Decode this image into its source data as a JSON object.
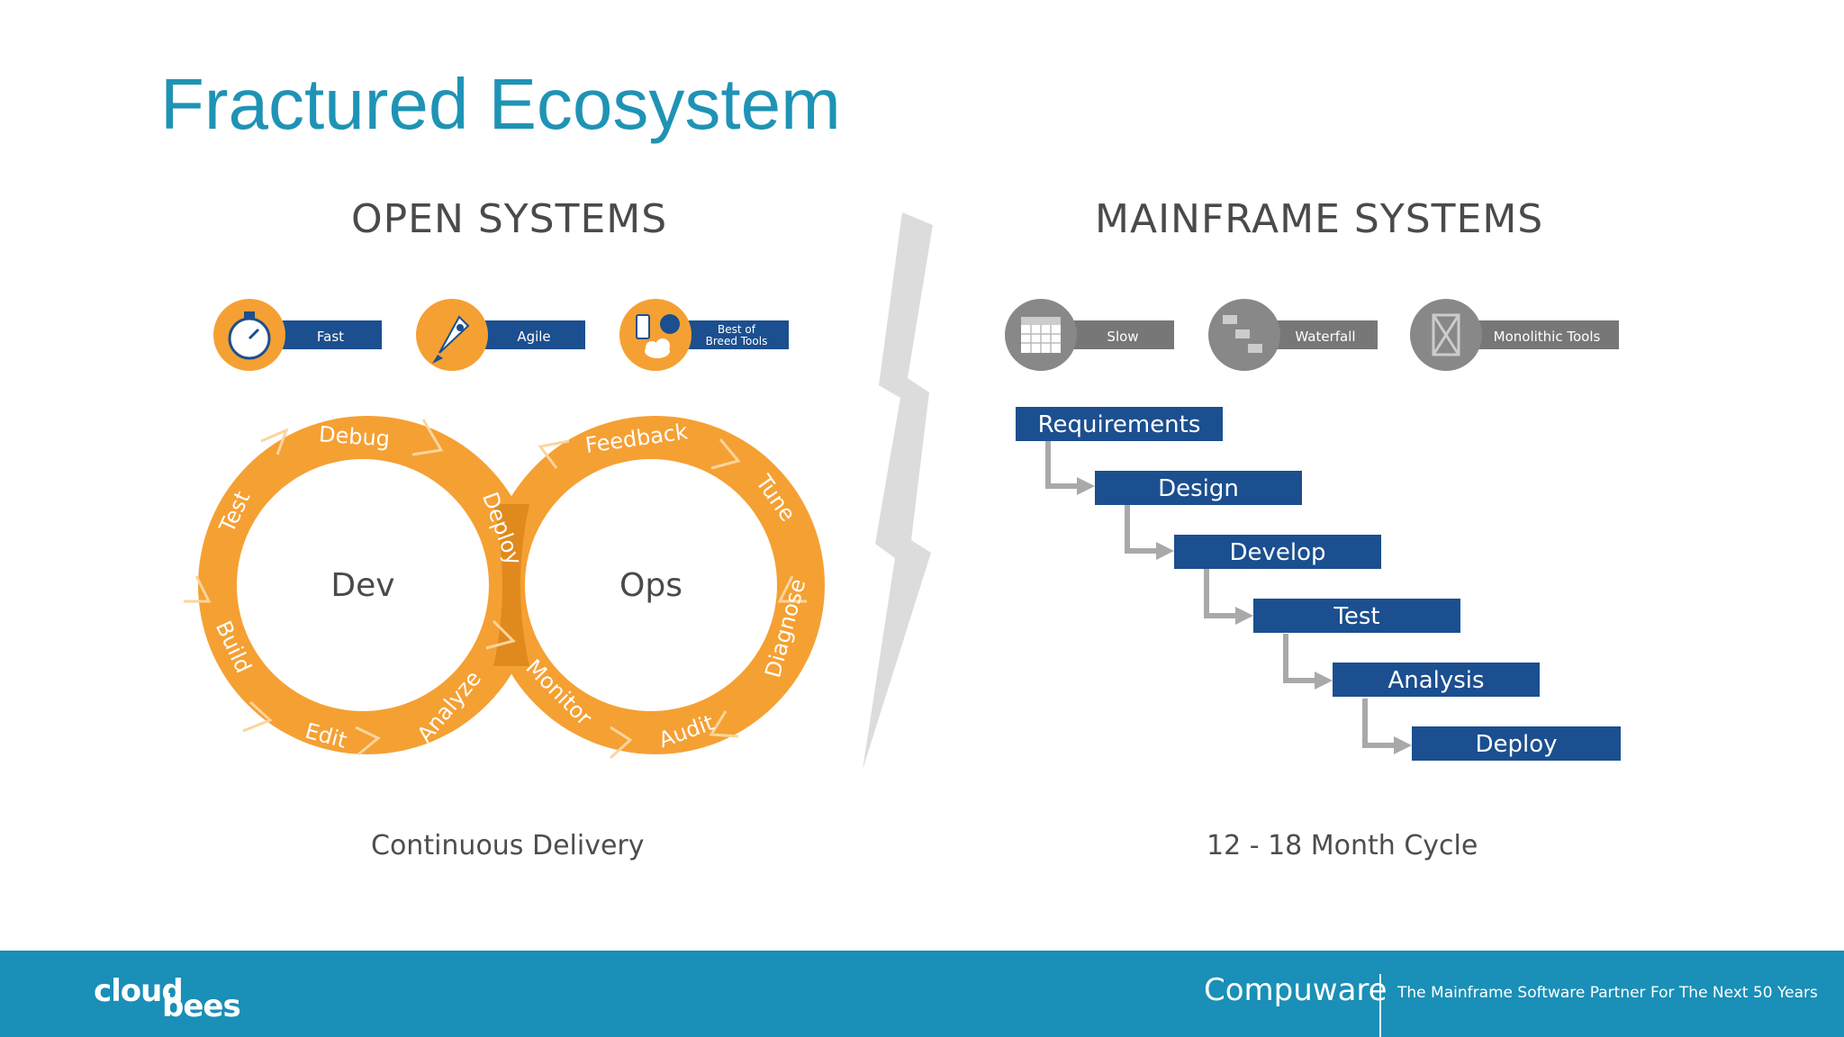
{
  "title": "Fractured Ecosystem",
  "open_systems": {
    "heading": "OPEN SYSTEMS",
    "badges": [
      {
        "label": "Fast",
        "icon": "stopwatch-icon"
      },
      {
        "label": "Agile",
        "icon": "rocket-icon"
      },
      {
        "label_line1": "Best of",
        "label_line2": "Breed Tools",
        "icon": "devices-icon"
      }
    ],
    "loop": {
      "left_center": "Dev",
      "right_center": "Ops",
      "stages": [
        "Debug",
        "Deploy",
        "Analyze",
        "Edit",
        "Build",
        "Test",
        "Feedback",
        "Tune",
        "Diagnose",
        "Audit",
        "Monitor"
      ]
    },
    "caption": "Continuous Delivery"
  },
  "mainframe_systems": {
    "heading": "MAINFRAME SYSTEMS",
    "badges": [
      {
        "label": "Slow",
        "icon": "calendar-icon"
      },
      {
        "label": "Waterfall",
        "icon": "waterfall-icon"
      },
      {
        "label": "Monolithic Tools",
        "icon": "monolith-icon"
      }
    ],
    "waterfall_steps": [
      "Requirements",
      "Design",
      "Develop",
      "Test",
      "Analysis",
      "Deploy"
    ],
    "caption": "12 - 18 Month Cycle"
  },
  "footer": {
    "logo_cloud": "cloud",
    "logo_bees": "bees",
    "logo_compuware": "Compuware",
    "tagline": "The Mainframe Software Partner For The Next 50 Years"
  },
  "colors": {
    "title": "#1f93b5",
    "orange": "#f5a033",
    "orange_dark": "#e08a1e",
    "navy": "#1b4f8f",
    "gray": "#777777",
    "footer": "#1a8fb7"
  }
}
